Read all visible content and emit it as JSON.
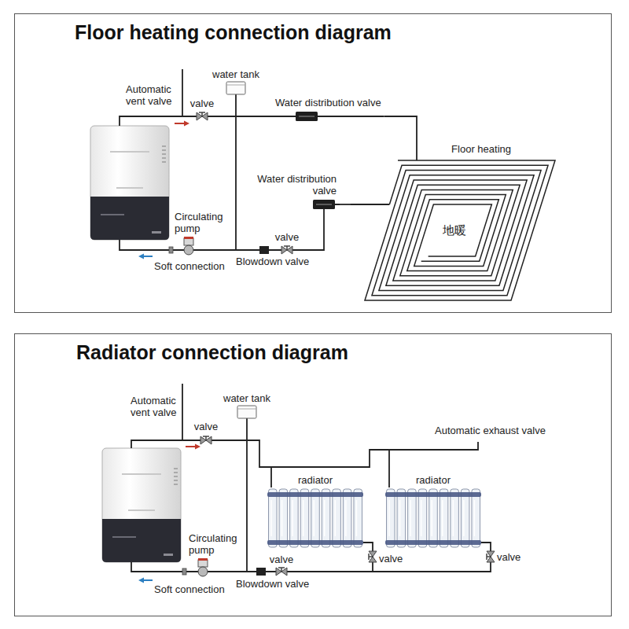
{
  "diagram": {
    "nodes": [
      {
        "text": [
          "Floor heating connection diagram"
        ]
      },
      {
        "text": [
          "water tank"
        ],
        "in": 0
      },
      {
        "text": [
          "Water distribution valve"
        ],
        "in": 0
      },
      {
        "text": [
          "Floor heating",
          "地暖"
        ],
        "in": 0
      },
      {
        "text": [
          "Water distribution valve"
        ],
        "in": 0
      },
      {
        "text": [
          "Circulating pump"
        ],
        "in": 0
      },
      {
        "text": [
          "Radiator connection diagram"
        ]
      },
      {
        "text": [
          "water tank"
        ],
        "in": 6
      },
      {
        "text": [
          "radiator"
        ],
        "in": 6
      },
      {
        "text": [
          "radiator"
        ],
        "in": 6
      },
      {
        "text": [
          "Circulating pump"
        ],
        "in": 6
      }
    ],
    "edges": [
      {
        "from": 2,
        "to": 3,
        "arrow": "none"
      },
      {
        "from": 3,
        "to": 4,
        "arrow": "none"
      },
      {
        "from": 4,
        "to": 5,
        "arrow": "none"
      },
      {
        "from": 8,
        "to": 10,
        "arrow": "none"
      },
      {
        "from": 9,
        "to": 10,
        "arrow": "none"
      }
    ],
    "labels": [
      "Automatic vent valve",
      "valve",
      "valve",
      "Blowdown valve",
      "Soft connection",
      "Automatic vent valve",
      "valve",
      "Automatic exhaust valve",
      "valve",
      "valve",
      "valve",
      "Blowdown valve",
      "Soft connection"
    ]
  }
}
